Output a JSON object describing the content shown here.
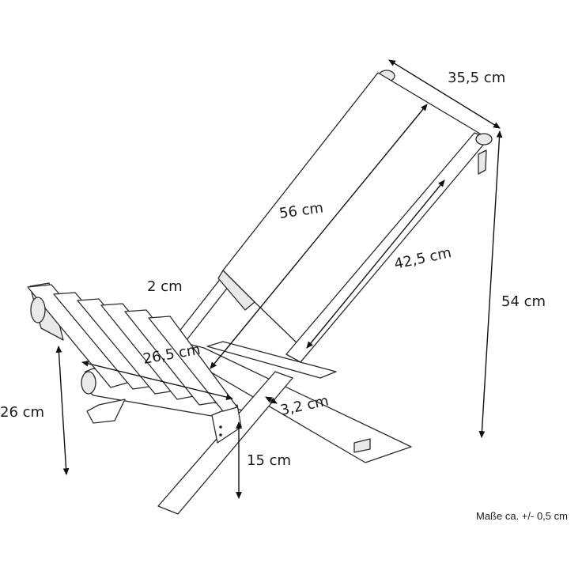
{
  "dimensions": {
    "width_top": "35,5 cm",
    "back_length": "56 cm",
    "height_total": "54 cm",
    "back_side": "42,5 cm",
    "slat_width": "2 cm",
    "seat_depth": "26,5 cm",
    "seat_height": "26 cm",
    "thickness": "3,2 cm",
    "ground_clearance": "15 cm"
  },
  "note": "Maße ca. +/- 0,5 cm"
}
